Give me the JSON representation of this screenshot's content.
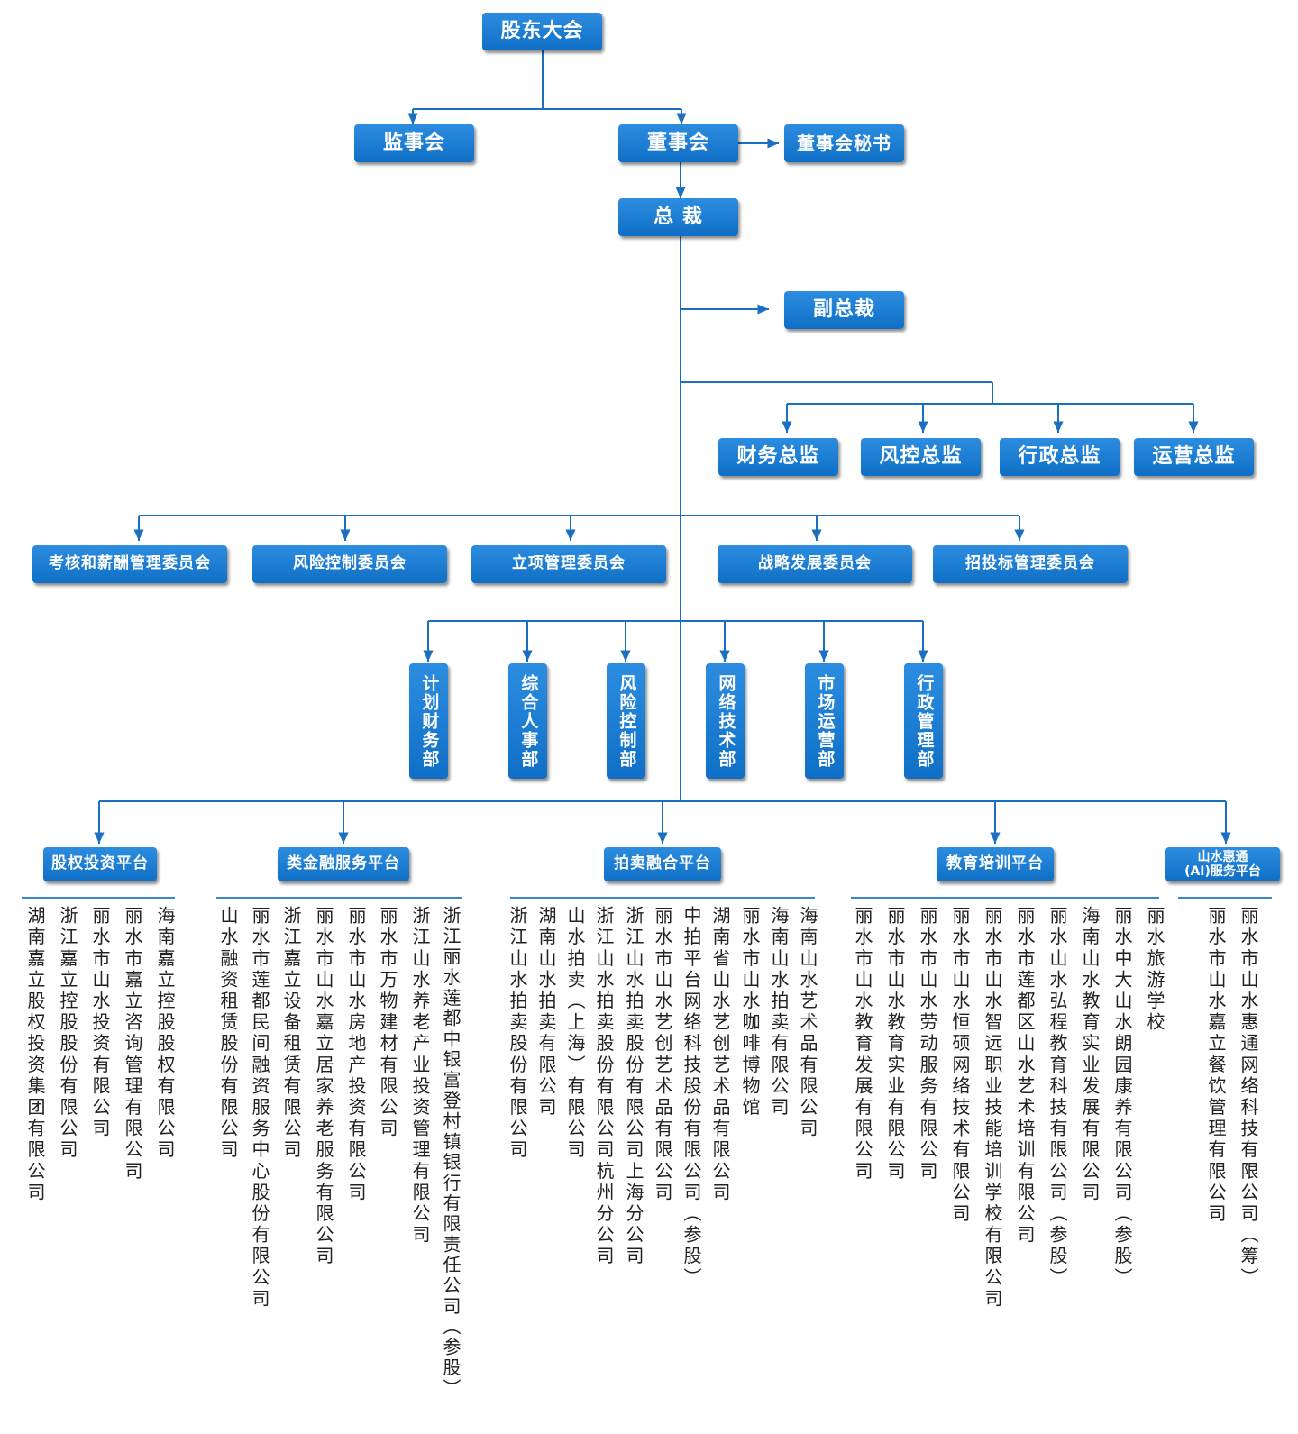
{
  "top": {
    "shareholders": "股东大会",
    "supervisors": "监事会",
    "board": "董事会",
    "board_secretary": "董事会秘书",
    "president": "总 裁",
    "vice_president": "副总裁"
  },
  "directors": [
    "财务总监",
    "风控总监",
    "行政总监",
    "运营总监"
  ],
  "committees": [
    "考核和薪酬管理委员会",
    "风险控制委员会",
    "立项管理委员会",
    "战略发展委员会",
    "招投标管理委员会"
  ],
  "departments": [
    "计划财务部",
    "综合人事部",
    "风险控制部",
    "网络技术部",
    "市场运营部",
    "行政管理部"
  ],
  "platforms": [
    {
      "name": "股权投资平台",
      "companies": [
        "湖南嘉立股权投资集团有限公司",
        "浙江嘉立控股股份有限公司",
        "丽水市山水投资有限公司",
        "丽水市嘉立咨询管理有限公司",
        "海南嘉立控股股权有限公司"
      ]
    },
    {
      "name": "类金融服务平台",
      "companies": [
        "山水融资租赁股份有限公司",
        "丽水市莲都民间融资服务中心股份有限公司",
        "浙江嘉立设备租赁有限公司",
        "丽水市山水嘉立居家养老服务有限公司",
        "丽水市山水房地产投资有限公司",
        "丽水市万物建材有限公司",
        "浙江山水养老产业投资管理有限公司",
        "浙江丽水莲都中银富登村镇银行有限责任公司（参股）"
      ]
    },
    {
      "name": "拍卖融合平台",
      "companies": [
        "浙江山水拍卖股份有限公司",
        "湖南山水拍卖有限公司",
        "山水拍卖（上海）有限公司",
        "浙江山水拍卖股份有限公司杭州分公司",
        "浙江山水拍卖股份有限公司上海分公司",
        "丽水市山水艺创艺术品有限公司",
        "中拍平台网络科技股份有限公司（参股）",
        "湖南省山水艺创艺术品有限公司",
        "丽水市山水咖啡博物馆",
        "海南山水拍卖有限公司",
        "海南山水艺术品有限公司"
      ]
    },
    {
      "name": "教育培训平台",
      "companies": [
        "丽水市山水教育发展有限公司",
        "丽水市山水教育实业有限公司",
        "丽水市山水劳动服务有限公司",
        "丽水市山水恒硕网络技术有限公司",
        "丽水市山水智远职业技能培训学校有限公司",
        "丽水市莲都区山水艺术培训有限公司",
        "丽水山水弘程教育科技有限公司（参股）",
        "海南山水教育实业发展有限公司",
        "丽水中大山水朗园康养有限公司（参股）",
        "丽水旅游学校"
      ]
    },
    {
      "name_line1": "山水惠通",
      "name_line2": "(AI)服务平台",
      "companies": [
        "丽水市山水嘉立餐饮管理有限公司",
        "丽水市山水惠通网络科技有限公司（筹）"
      ]
    }
  ]
}
